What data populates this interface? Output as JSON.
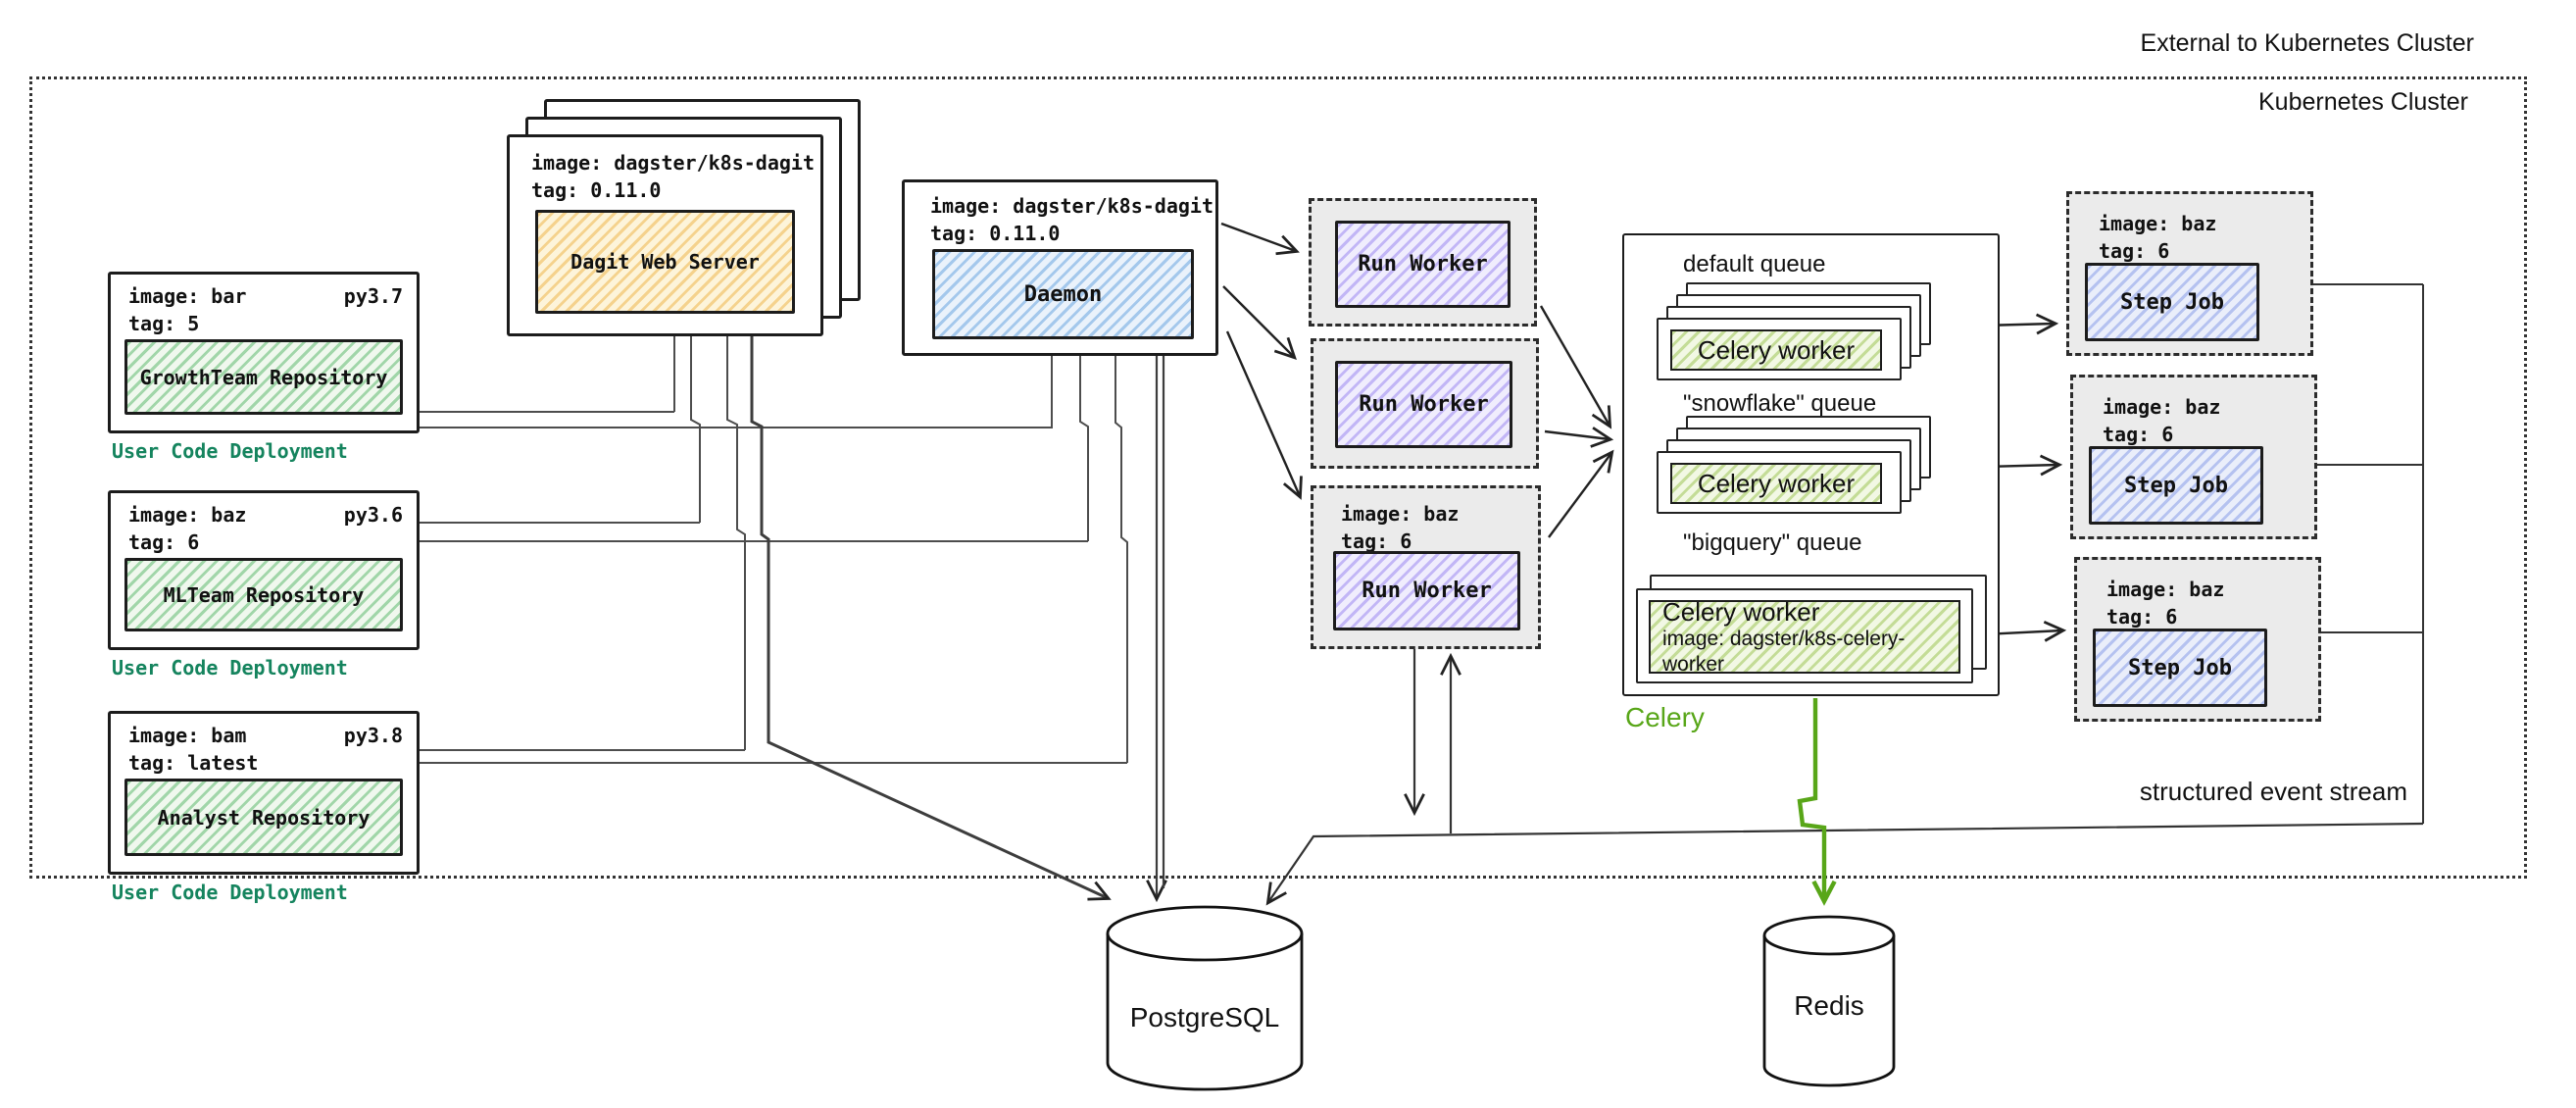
{
  "cluster": {
    "external_label": "External to Kubernetes Cluster",
    "label": "Kubernetes Cluster"
  },
  "repos": [
    {
      "image": "image: bar",
      "py": "py3.7",
      "tag": "tag: 5",
      "name": "GrowthTeam Repository",
      "caption": "User Code Deployment"
    },
    {
      "image": "image: baz",
      "py": "py3.6",
      "tag": "tag: 6",
      "name": "MLTeam Repository",
      "caption": "User Code Deployment"
    },
    {
      "image": "image: bam",
      "py": "py3.8",
      "tag": "tag: latest",
      "name": "Analyst Repository",
      "caption": "User Code Deployment"
    }
  ],
  "dagit": {
    "image": "image: dagster/k8s-dagit",
    "tag": "tag: 0.11.0",
    "name": "Dagit Web Server"
  },
  "daemon": {
    "image": "image: dagster/k8s-dagit",
    "tag": "tag: 0.11.0",
    "name": "Daemon"
  },
  "run_workers": [
    {
      "name": "Run Worker"
    },
    {
      "name": "Run Worker"
    },
    {
      "image": "image: baz",
      "tag": "tag: 6",
      "name": "Run Worker"
    }
  ],
  "celery": {
    "caption": "Celery",
    "queues": [
      {
        "label": "default queue",
        "worker": "Celery worker"
      },
      {
        "label": "\"snowflake\" queue",
        "worker": "Celery worker"
      },
      {
        "label": "\"bigquery\" queue",
        "worker": "Celery worker",
        "worker_image": "image: dagster/k8s-celery-worker"
      }
    ]
  },
  "step_jobs": [
    {
      "image": "image: baz",
      "tag": "tag: 6",
      "name": "Step Job"
    },
    {
      "image": "image: baz",
      "tag": "tag: 6",
      "name": "Step Job"
    },
    {
      "image": "image: baz",
      "tag": "tag: 6",
      "name": "Step Job"
    }
  ],
  "databases": {
    "postgres": "PostgreSQL",
    "redis": "Redis"
  },
  "annotations": {
    "event_stream": "structured event stream"
  },
  "colors": {
    "user_code_caption": "#15845E",
    "celery_green": "#58A618",
    "repo_hatch": "#60BA70",
    "dagit_hatch": "#EEB74E",
    "daemon_hatch": "#76ACE2",
    "run_worker_hatch": "#9480F0",
    "step_job_hatch": "#8096E6",
    "celery_worker_hatch": "#9EC658"
  }
}
